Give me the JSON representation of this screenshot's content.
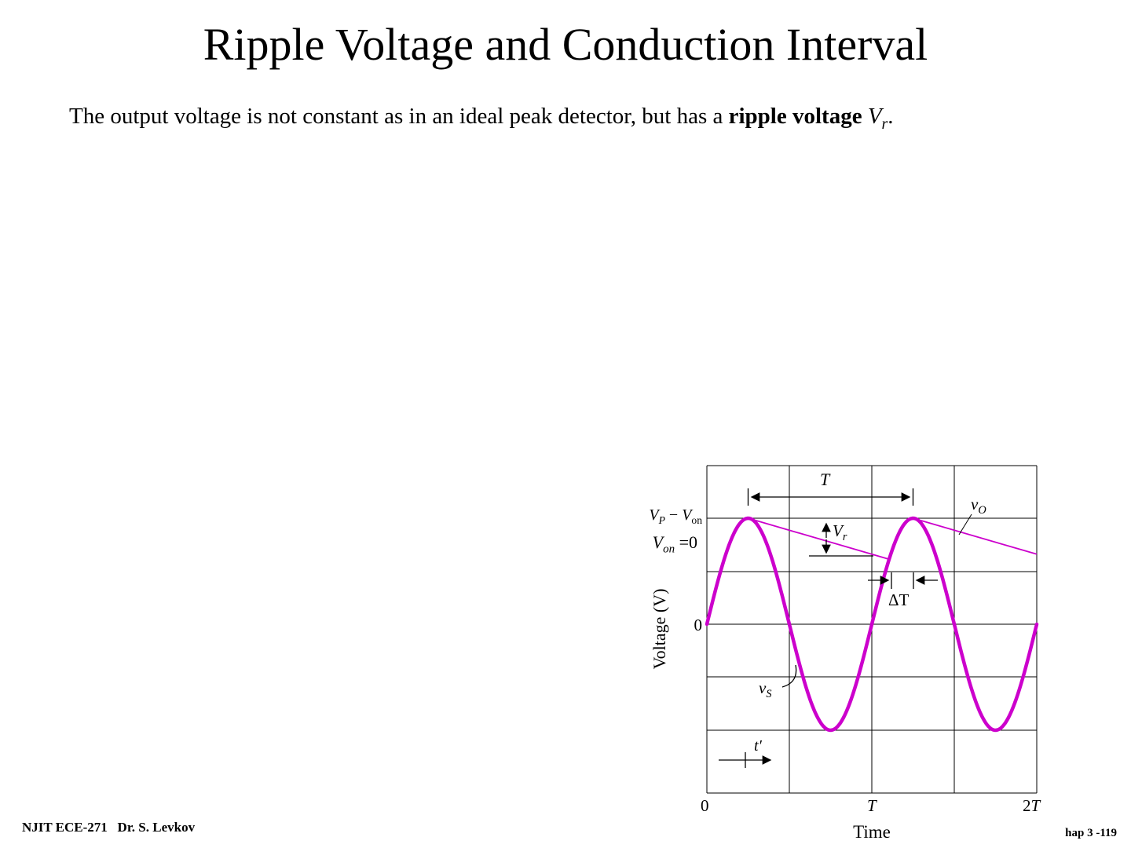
{
  "slide": {
    "title": "Ripple Voltage and Conduction Interval",
    "footer_left": "NJIT ECE-271   Dr. S. Levkov",
    "footer_right": "hap 3 -119"
  },
  "body": {
    "prefix": "The output voltage is not constant as in an ideal peak detector, but has a ",
    "bold": "ripple voltage ",
    "var_main": "V",
    "var_sub": "r",
    "suffix": "."
  },
  "figure": {
    "ylabel": "Voltage (V)",
    "xlabel": "Time",
    "xticks": {
      "t0": "0",
      "t1": "T",
      "t2_num": "2",
      "t2_T": "T"
    },
    "ytick_zero": "0",
    "vp_label": {
      "v1": "V",
      "s1": "P",
      "minus": " − ",
      "v2": "V",
      "s2": "on"
    },
    "von_label": {
      "v": "V",
      "s": "on",
      "eq": " =0"
    },
    "ann": {
      "period": "T",
      "ripple_v": "V",
      "ripple_s": "r",
      "delta": "ΔT",
      "vo_v": "v",
      "vo_s": "O",
      "vs_v": "v",
      "vs_s": "S",
      "tprime": "t′"
    }
  },
  "chart_data": {
    "type": "line",
    "title": "",
    "xlabel": "Time",
    "ylabel": "Voltage (V)",
    "x_ticks": [
      "0",
      "T",
      "2T"
    ],
    "y_tick_labels": [
      "VP − Von",
      "Von =0",
      "0"
    ],
    "x_range_periods": [
      0,
      2
    ],
    "periods_shown": 2,
    "amplitude_vp": 1,
    "ripple_fraction_of_vp": 0.37,
    "conduction_interval_fraction": 0.145,
    "grid": true,
    "waveform_color": "#cc00cc",
    "series": [
      {
        "name": "vS",
        "type": "sine",
        "equation": "vS(t) = VP·sin(2πt/T)",
        "description": "input sinusoid, zero at t = 0, T, 2T; peaks at t = T/4, 5T/4; troughs at t = 3T/4, 7T/4"
      },
      {
        "name": "vO",
        "type": "peak-detector-output",
        "description": "follows vS up to each positive peak (VP − Von, with Von = 0), then decays approximately linearly by Vr until vS recharges it ΔT before the next peak"
      }
    ],
    "annotations": [
      "T",
      "Vr",
      "ΔT",
      "vO",
      "vS",
      "t′"
    ]
  }
}
